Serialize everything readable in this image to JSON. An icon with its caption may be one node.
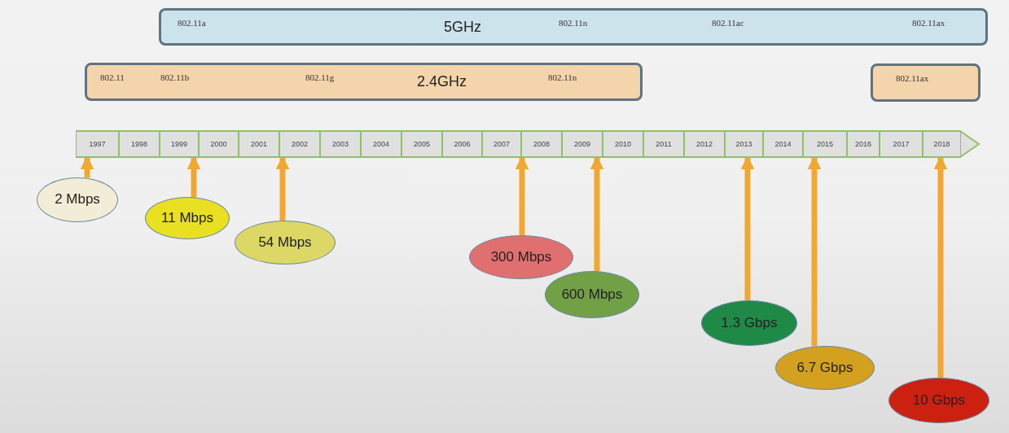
{
  "diagram": {
    "nodes": [
      {
        "text": [
          "802.11a",
          "5GHz",
          "802.11n",
          "802.11ac",
          "802.11ax"
        ]
      },
      {
        "text": [
          "802.11",
          "802.11b",
          "802.11g",
          "2.4GHz",
          "802.11n"
        ]
      },
      {
        "text": [
          "802.11ax"
        ]
      },
      {
        "text": [],
        "shape": "arrow"
      },
      {
        "text": [
          "1997"
        ],
        "in": 3
      },
      {
        "text": [
          "1998"
        ],
        "in": 3
      },
      {
        "text": [
          "1999"
        ],
        "in": 3
      },
      {
        "text": [
          "2000"
        ],
        "in": 3
      },
      {
        "text": [
          "2001"
        ],
        "in": 3
      },
      {
        "text": [
          "2002"
        ],
        "in": 3
      },
      {
        "text": [
          "2003"
        ],
        "in": 3
      },
      {
        "text": [
          "2004"
        ],
        "in": 3
      },
      {
        "text": [
          "2005"
        ],
        "in": 3
      },
      {
        "text": [
          "2006"
        ],
        "in": 3
      },
      {
        "text": [
          "2007"
        ],
        "in": 3
      },
      {
        "text": [
          "2008"
        ],
        "in": 3
      },
      {
        "text": [
          "2009"
        ],
        "in": 3
      },
      {
        "text": [
          "2010"
        ],
        "in": 3
      },
      {
        "text": [
          "2011"
        ],
        "in": 3
      },
      {
        "text": [
          "2012"
        ],
        "in": 3
      },
      {
        "text": [
          "2013"
        ],
        "in": 3
      },
      {
        "text": [
          "2014"
        ],
        "in": 3
      },
      {
        "text": [
          "2015"
        ],
        "in": 3
      },
      {
        "text": [
          "2016"
        ],
        "in": 3
      },
      {
        "text": [
          "2017"
        ],
        "in": 3
      },
      {
        "text": [
          "2018"
        ],
        "in": 3
      },
      {
        "text": [
          "2 Mbps"
        ]
      },
      {
        "text": [
          "11 Mbps"
        ]
      },
      {
        "text": [
          "54 Mbps"
        ]
      },
      {
        "text": [
          "300 Mbps"
        ]
      },
      {
        "text": [
          "600 Mbps"
        ]
      },
      {
        "text": [
          "1.3 Gbps"
        ]
      },
      {
        "text": [
          "6.7 Gbps"
        ]
      },
      {
        "text": [
          "10 Gbps"
        ]
      }
    ],
    "edges": [
      {
        "from": 26,
        "to": 4,
        "arrow": "to"
      },
      {
        "from": 27,
        "to": 6,
        "arrow": "to"
      },
      {
        "from": 28,
        "to": 9,
        "arrow": "to"
      },
      {
        "from": 29,
        "to": 14,
        "arrow": "to"
      },
      {
        "from": 30,
        "to": 16,
        "arrow": "to"
      },
      {
        "from": 31,
        "to": 20,
        "arrow": "to"
      },
      {
        "from": 32,
        "to": 22,
        "arrow": "to"
      },
      {
        "from": 33,
        "to": 25,
        "arrow": "to"
      }
    ]
  }
}
